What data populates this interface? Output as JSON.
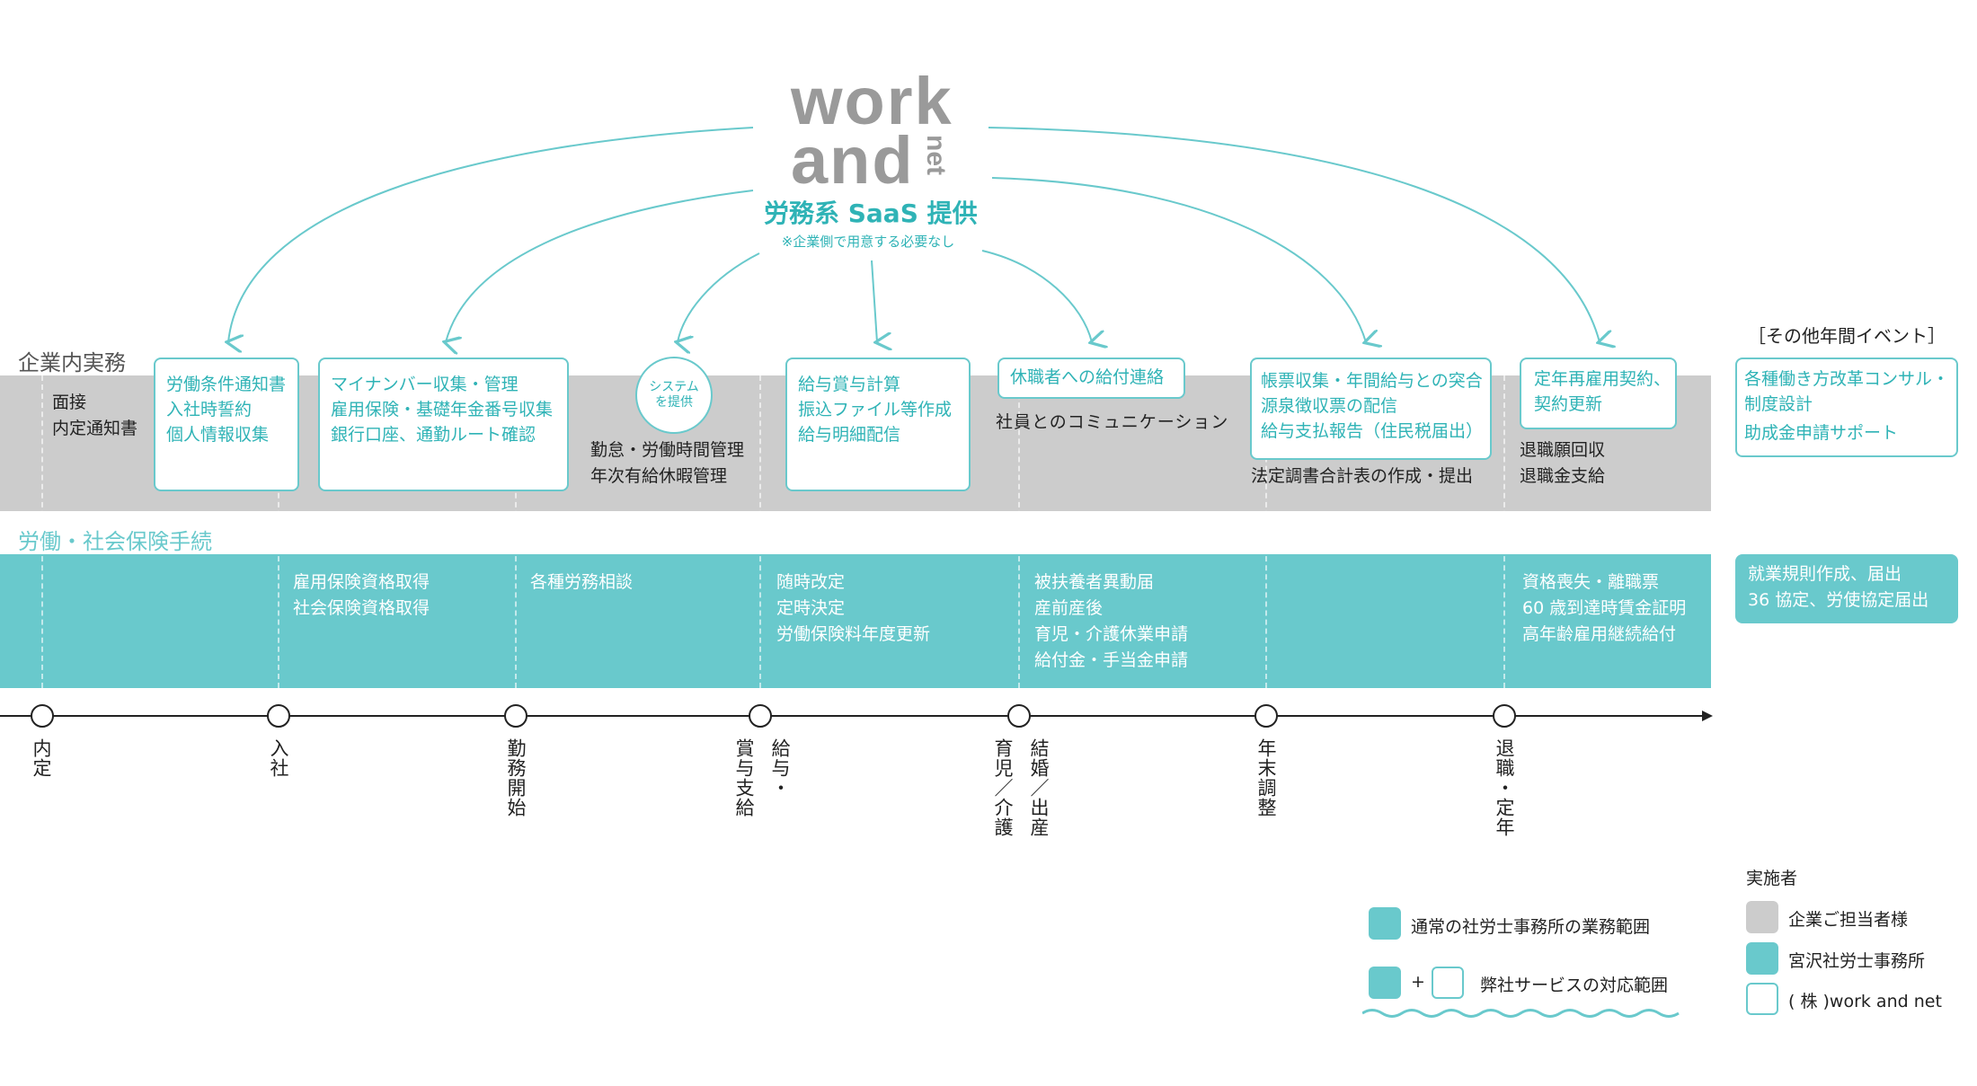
{
  "colors": {
    "teal": "#69c9cc",
    "gray": "#cccccc",
    "teal_text": "#2fb3b6",
    "logo": "#9a9a9a"
  },
  "logo": {
    "line1": "work",
    "line2": "and",
    "side": "net"
  },
  "service": {
    "title": "労務系 SaaS 提供",
    "note": "※企業側で用意する必要なし"
  },
  "sections": {
    "company": "企業内実務",
    "insurance": "労働・社会保険手続",
    "other": "［その他年間イベント］"
  },
  "company_tasks": {
    "c1": [
      "面接",
      "内定通知書"
    ],
    "b1": [
      "労働条件通知書",
      "入社時誓約",
      "個人情報収集"
    ],
    "b2": [
      "マイナンバー収集・管理",
      "雇用保険・基礎年金番号収集",
      "銀行口座、通勤ルート確認"
    ],
    "system_badge": [
      "システム",
      "を提供"
    ],
    "c3": [
      "勤怠・労働時間管理",
      "年次有給休暇管理"
    ],
    "b4": [
      "給与賞与計算",
      "振込ファイル等作成",
      "給与明細配信"
    ],
    "b5": [
      "休職者への給付連絡"
    ],
    "c5": [
      "社員とのコミュニケーション"
    ],
    "b6": [
      "帳票収集・年間給与との突合",
      "源泉徴収票の配信",
      "給与支払報告（住民税届出）"
    ],
    "c6": [
      "法定調書合計表の作成・提出"
    ],
    "b7": [
      "定年再雇用契約、",
      "契約更新"
    ],
    "c7": [
      "退職願回収",
      "退職金支給"
    ],
    "other": [
      "各種働き方改革コンサル・",
      "制度設計",
      "助成金申請サポート"
    ]
  },
  "insurance_tasks": {
    "t2": [
      "雇用保険資格取得",
      "社会保険資格取得"
    ],
    "t3": [
      "各種労務相談"
    ],
    "t4": [
      "随時改定",
      "定時決定",
      "労働保険料年度更新"
    ],
    "t5": [
      "被扶養者異動届",
      "産前産後",
      "育児・介護休業申請",
      "給付金・手当金申請"
    ],
    "t7": [
      "資格喪失・離職票",
      "60 歳到達時賃金証明",
      "高年齢雇用継続給付"
    ],
    "other": [
      "就業規則作成、届出",
      "36 協定、労使協定届出"
    ]
  },
  "timeline": [
    {
      "label": "内定"
    },
    {
      "label": "入社"
    },
    {
      "label": "勤務開始"
    },
    {
      "label": "給与・賞与支給"
    },
    {
      "label": "結婚／出産育児／介護"
    },
    {
      "label": "年末調整"
    },
    {
      "label": "退職・定年"
    }
  ],
  "timeline_labels": {
    "l4a": "給与・",
    "l4b": "賞与支給",
    "l5a": "結婚／出産",
    "l5b": "育児／介護"
  },
  "legend": {
    "scope_normal": "通常の社労士事務所の業務範囲",
    "plus": "+",
    "scope_ours": "弊社サービスの対応範囲",
    "actor_title": "実施者",
    "actor_company": "企業ご担当者様",
    "actor_office": "宮沢社労士事務所",
    "actor_wan": "( 株 )work and net"
  }
}
